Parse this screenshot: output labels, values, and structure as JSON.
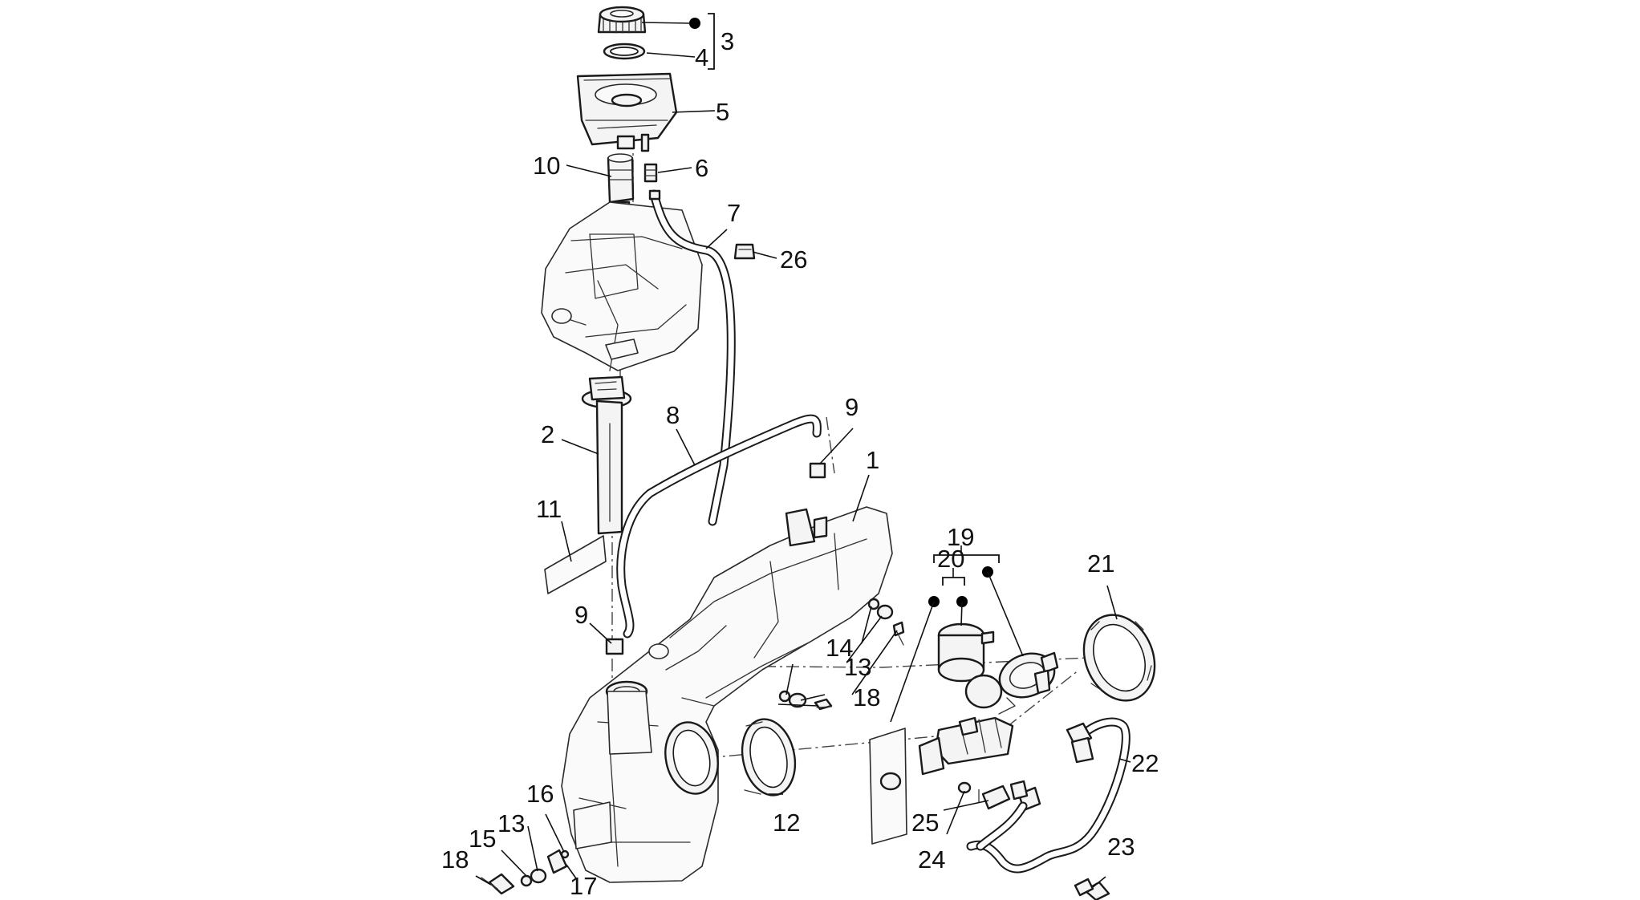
{
  "callouts": {
    "c1": "1",
    "c2": "2",
    "c3": "3",
    "c4": "4",
    "c5": "5",
    "c6": "6",
    "c7": "7",
    "c8": "8",
    "c9a": "9",
    "c9b": "9",
    "c10": "10",
    "c11": "11",
    "c12": "12",
    "c13a": "13",
    "c13b": "13",
    "c14": "14",
    "c15": "15",
    "c16": "16",
    "c17": "17",
    "c18a": "18",
    "c18b": "18",
    "c19": "19",
    "c20": "20",
    "c21": "21",
    "c22": "22",
    "c23": "23",
    "c24": "24",
    "c25": "25",
    "c26": "26"
  },
  "colors": {
    "line": "#1a1a1a",
    "fill": "#f4f4f4",
    "background": "#ffffff",
    "dot": "#000000"
  }
}
